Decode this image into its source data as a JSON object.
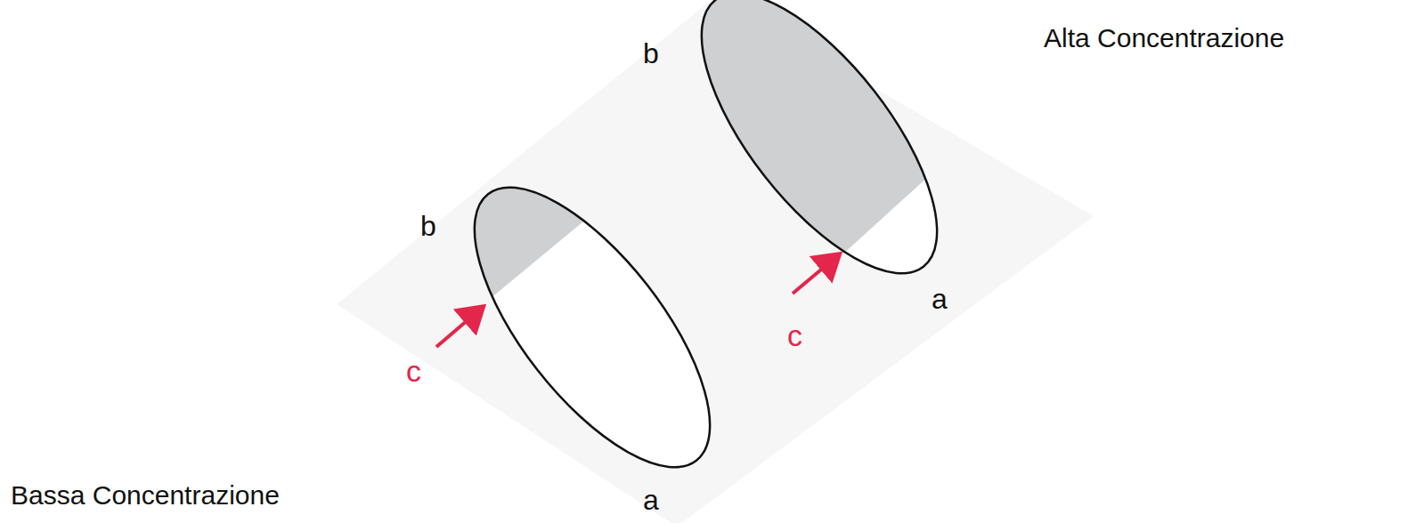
{
  "diagram": {
    "labels": [
      "b",
      "Alta Concentrazione",
      "b",
      "a",
      "c",
      "c",
      "Bassa Concentrazione",
      "a"
    ]
  }
}
